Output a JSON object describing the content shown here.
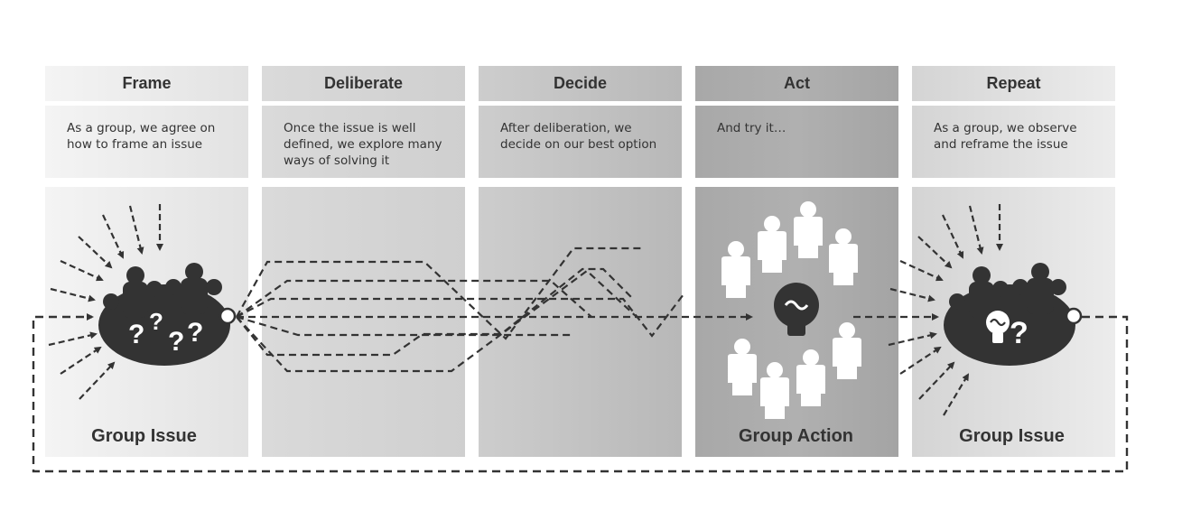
{
  "stages": [
    {
      "title": "Frame",
      "description": "As a group, we agree on how to frame an issue",
      "caption": "Group Issue"
    },
    {
      "title": "Deliberate",
      "description": "Once the issue is well defined, we explore many ways of solving it",
      "caption": ""
    },
    {
      "title": "Decide",
      "description": "After deliberation, we decide on our best option",
      "caption": ""
    },
    {
      "title": "Act",
      "description": "And try it…",
      "caption": "Group Action"
    },
    {
      "title": "Repeat",
      "description": "As a group, we observe and reframe the issue",
      "caption": "Group Issue"
    }
  ],
  "icons": {
    "group_issue": "crowd-with-question-marks-icon",
    "group_action": "people-around-lightbulb-icon",
    "group_issue_repeat": "crowd-with-lightbulb-and-question-icon"
  },
  "colors": {
    "dark": "#333333",
    "arrow": "#333333",
    "background": "#ffffff"
  }
}
